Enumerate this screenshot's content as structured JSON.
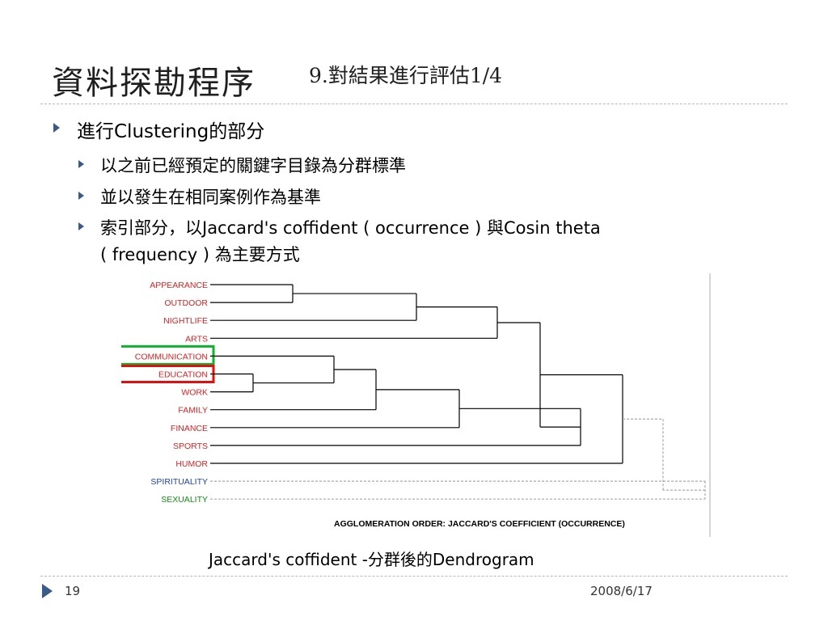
{
  "slide": {
    "title": "資料探勘程序",
    "subtitle": "9.對結果進行評估1/4",
    "bullet1": "進行Clustering的部分",
    "sub_bullets": [
      "以之前已經預定的關鍵字目錄為分群標準",
      "並以發生在相同案例作為基準",
      "索引部分，以Jaccard's coffident ( occurrence ) 與Cosin theta",
      "( frequency ) 為主要方式"
    ],
    "caption": "Jaccard's coffident -分群後的Dendrogram",
    "page_number": "19",
    "date": "2008/6/17"
  },
  "dendrogram": {
    "footer_label": "AGGLOMERATION ORDER: JACCARD'S COEFFICIENT (OCCURRENCE)",
    "leaves": [
      {
        "label": "APPEARANCE",
        "color": "#e02020"
      },
      {
        "label": "OUTDOOR",
        "color": "#e02020"
      },
      {
        "label": "NIGHTLIFE",
        "color": "#e02020"
      },
      {
        "label": "ARTS",
        "color": "#e02020"
      },
      {
        "label": "COMMUNICATION",
        "color": "#e02020"
      },
      {
        "label": "EDUCATION",
        "color": "#e02020"
      },
      {
        "label": "WORK",
        "color": "#e02020"
      },
      {
        "label": "FAMILY",
        "color": "#e02020"
      },
      {
        "label": "FINANCE",
        "color": "#e02020"
      },
      {
        "label": "SPORTS",
        "color": "#e02020"
      },
      {
        "label": "HUMOR",
        "color": "#e02020"
      },
      {
        "label": "SPIRITUALITY",
        "color": "#2040c0"
      },
      {
        "label": "SEXUALITY",
        "color": "#109010"
      }
    ],
    "highlight_colors": {
      "communication": "#10b030",
      "education": "#e01010"
    },
    "line_color": "#000000",
    "dashed_color": "#aaaaaa"
  }
}
